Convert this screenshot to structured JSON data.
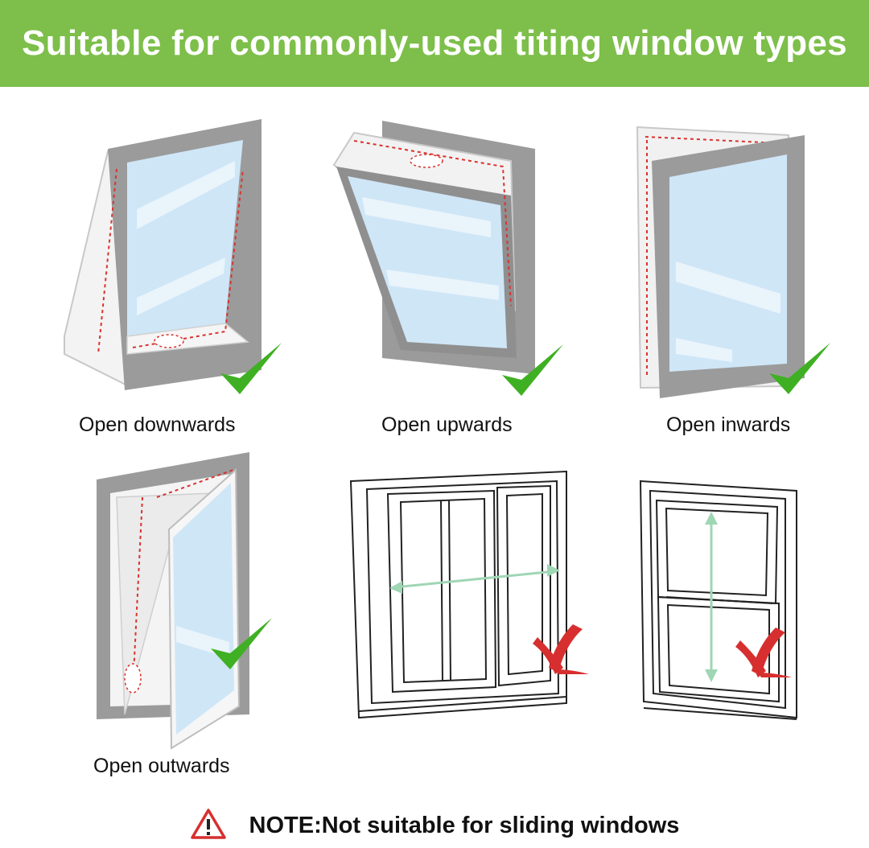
{
  "header": {
    "title": "Suitable for commonly-used titing window types"
  },
  "windows": [
    {
      "label": "Open downwards",
      "suitable": true,
      "icon": "check-icon"
    },
    {
      "label": "Open upwards",
      "suitable": true,
      "icon": "check-icon"
    },
    {
      "label": "Open inwards",
      "suitable": true,
      "icon": "check-icon"
    },
    {
      "label": "Open outwards",
      "suitable": true,
      "icon": "check-icon"
    },
    {
      "suitable": false,
      "icon": "cross-icon"
    },
    {
      "suitable": false,
      "icon": "cross-icon"
    }
  ],
  "note": {
    "text": "NOTE:Not suitable for sliding windows",
    "icon": "warning-icon"
  },
  "colors": {
    "banner": "#7dbf4a",
    "check": "#3fb023",
    "cross": "#d72f2f",
    "frame": "#9a9a9a",
    "glass": "#cfe6f7",
    "seal_line": "#d9322e"
  }
}
